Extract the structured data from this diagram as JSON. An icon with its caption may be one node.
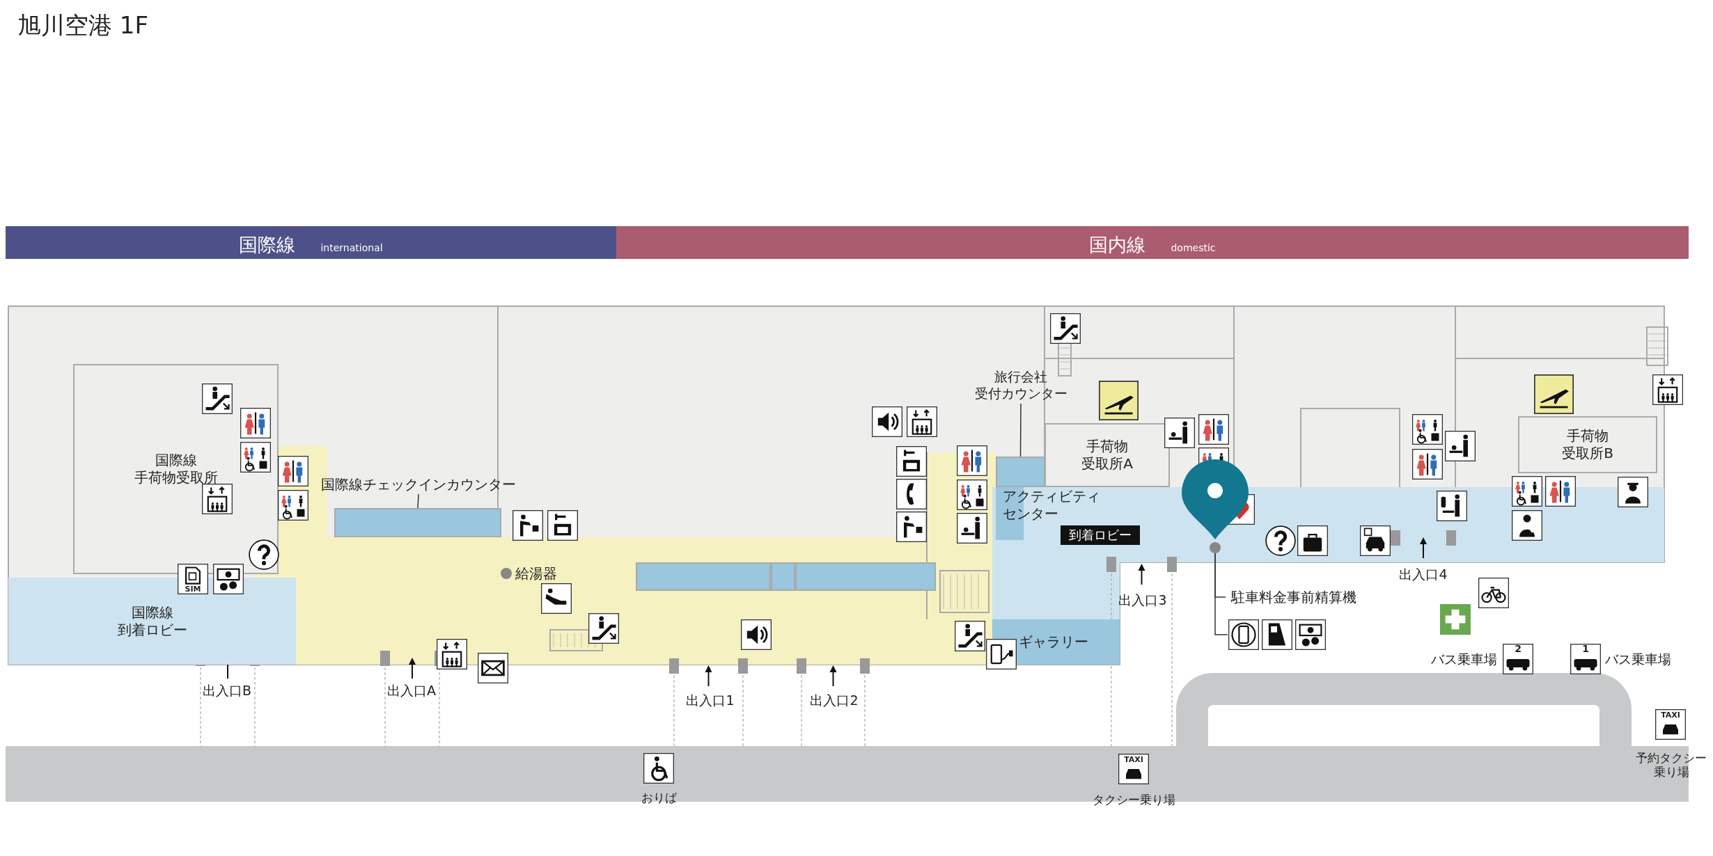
{
  "diagram": {
    "title": "旭川空港 1F",
    "nodes": [
      {
        "text": [
          "国際線",
          "international"
        ]
      },
      {
        "text": [
          "国内線",
          "domestic"
        ]
      },
      {
        "text": [
          "国際線手荷物受取所"
        ]
      },
      {
        "text": [
          "国際線チェックインカウンター"
        ]
      },
      {
        "text": [],
        "shape": "bar"
      },
      {
        "text": [
          "国際線到着ロビー"
        ]
      },
      {
        "text": [
          "旅行会社受付カウンター"
        ]
      },
      {
        "text": [],
        "shape": "box"
      },
      {
        "text": [
          "手荷物受取所A"
        ]
      },
      {
        "text": [
          "アクティビティセンター"
        ]
      },
      {
        "text": [
          "到着ロビー"
        ]
      },
      {
        "text": [
          "ギャラリー"
        ]
      },
      {
        "text": [
          "手荷物受取所B"
        ]
      },
      {
        "text": [
          "駐車料金事前精算機"
        ]
      },
      {
        "text": [],
        "shape": "circle"
      },
      {
        "text": [],
        "shape": "box"
      },
      {
        "text": [],
        "shape": "box"
      },
      {
        "text": [],
        "shape": "box"
      },
      {
        "text": [],
        "shape": "picture"
      }
    ],
    "edges": [
      {
        "from": 3,
        "to": 4,
        "arrow": "none"
      },
      {
        "from": 6,
        "to": 7,
        "arrow": "none"
      },
      {
        "from": 13,
        "to": 14,
        "arrow": "none"
      },
      {
        "from": 14,
        "to": 18,
        "arrow": "none"
      }
    ],
    "labels": [
      "給湯器",
      "SIM",
      "出入口3",
      "出入口4",
      "バス乗車場",
      "2",
      "1",
      "バス乗車場",
      "出入口B",
      "出入口A",
      "出入口1",
      "出入口2",
      "TAXI",
      "予約タクシー乗り場",
      "TAXI",
      "おりば",
      "タクシー乗り場"
    ]
  }
}
